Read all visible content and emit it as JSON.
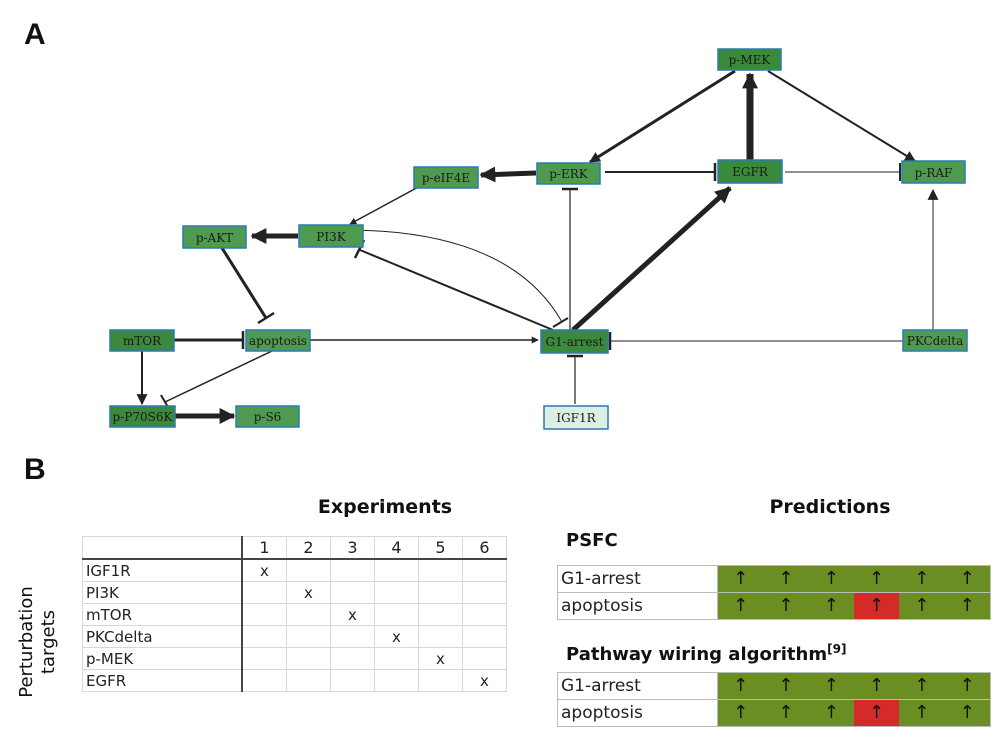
{
  "panels": {
    "a": "A",
    "b": "B"
  },
  "network": {
    "nodes": [
      {
        "id": "pMEK",
        "label": "p-MEK"
      },
      {
        "id": "pERK",
        "label": "p-ERK"
      },
      {
        "id": "EGFR",
        "label": "EGFR"
      },
      {
        "id": "pRAF",
        "label": "p-RAF"
      },
      {
        "id": "peIF4E",
        "label": "p-eIF4E"
      },
      {
        "id": "pAKT",
        "label": "p-AKT"
      },
      {
        "id": "PI3K",
        "label": "PI3K"
      },
      {
        "id": "mTOR",
        "label": "mTOR"
      },
      {
        "id": "apoptosis",
        "label": "apoptosis"
      },
      {
        "id": "G1arrest",
        "label": "G1-arrest"
      },
      {
        "id": "PKCdelta",
        "label": "PKCdelta"
      },
      {
        "id": "pP70S6K",
        "label": "p-P70S6K"
      },
      {
        "id": "pS6",
        "label": "p-S6"
      },
      {
        "id": "IGF1R",
        "label": "IGF1R"
      }
    ],
    "colors": {
      "node_fill": "#4e9a4e",
      "node_fill_dark": "#3b8a3b",
      "node_border": "#2a7ab8",
      "node_light": "#dcefe2",
      "edge": "#222222"
    }
  },
  "experiments": {
    "title": "Experiments",
    "ylabel_line1": "Perturbation",
    "ylabel_line2": "targets",
    "columns": [
      "1",
      "2",
      "3",
      "4",
      "5",
      "6"
    ],
    "rows": [
      {
        "name": "IGF1R",
        "cells": [
          "x",
          "",
          "",
          "",
          "",
          ""
        ]
      },
      {
        "name": "PI3K",
        "cells": [
          "",
          "x",
          "",
          "",
          "",
          ""
        ]
      },
      {
        "name": "mTOR",
        "cells": [
          "",
          "",
          "x",
          "",
          "",
          ""
        ]
      },
      {
        "name": "PKCdelta",
        "cells": [
          "",
          "",
          "",
          "x",
          "",
          ""
        ]
      },
      {
        "name": "p-MEK",
        "cells": [
          "",
          "",
          "",
          "",
          "x",
          ""
        ]
      },
      {
        "name": "EGFR",
        "cells": [
          "",
          "",
          "",
          "",
          "",
          "x"
        ]
      }
    ]
  },
  "predictions": {
    "title": "Predictions",
    "psfc": {
      "title": "PSFC",
      "rows": [
        {
          "name": "G1-arrest",
          "cells": [
            "↑",
            "↑",
            "↑",
            "↑",
            "↑",
            "↑"
          ],
          "red": [
            false,
            false,
            false,
            false,
            false,
            false
          ]
        },
        {
          "name": "apoptosis",
          "cells": [
            "↑",
            "↑",
            "↑",
            "↑",
            "↑",
            "↑"
          ],
          "red": [
            false,
            false,
            false,
            true,
            false,
            false
          ]
        }
      ]
    },
    "pwa": {
      "title": "Pathway wiring algorithm",
      "sup": "[9]",
      "rows": [
        {
          "name": "G1-arrest",
          "cells": [
            "↑",
            "↑",
            "↑",
            "↑",
            "↑",
            "↑"
          ],
          "red": [
            false,
            false,
            false,
            false,
            false,
            false
          ]
        },
        {
          "name": "apoptosis",
          "cells": [
            "↑",
            "↑",
            "↑",
            "↑",
            "↑",
            "↑"
          ],
          "red": [
            false,
            false,
            false,
            true,
            false,
            false
          ]
        }
      ]
    },
    "colors": {
      "green": "#6b8e23",
      "red": "#d42a2a"
    }
  }
}
